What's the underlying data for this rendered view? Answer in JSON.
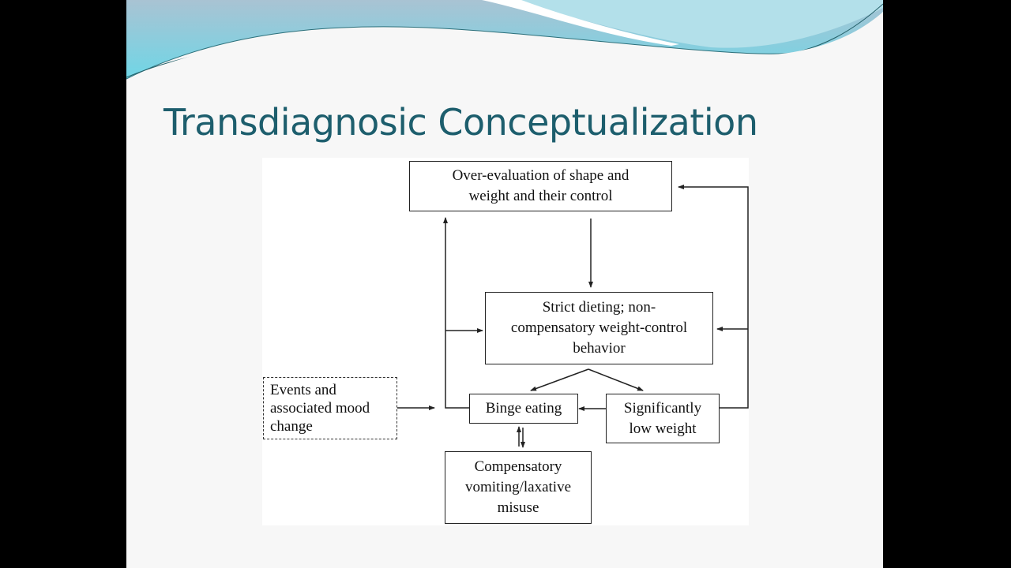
{
  "slide": {
    "title": "Transdiagnosic Conceptualization"
  },
  "diagram": {
    "overevaluation": [
      "Over-evaluation of shape and",
      "weight and their control"
    ],
    "strict_dieting": [
      "Strict dieting; non-",
      "compensatory weight-control",
      "behavior"
    ],
    "binge_eating": "Binge eating",
    "low_weight": [
      "Significantly",
      "low weight"
    ],
    "compensatory": [
      "Compensatory",
      "vomiting/laxative",
      "misuse"
    ],
    "events": [
      "Events and",
      "associated mood",
      "change"
    ]
  }
}
